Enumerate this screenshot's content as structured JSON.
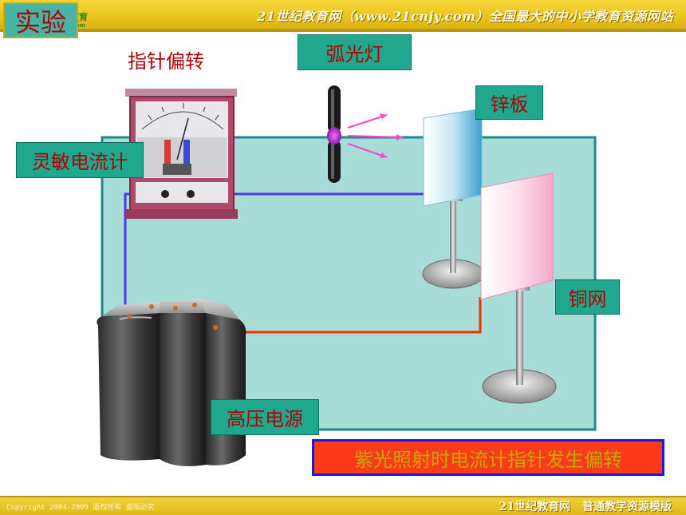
{
  "header": {
    "site_text": "21世纪教育网（www.21cnjy.com）全国最大的中小学教育资源网站",
    "logo_text": "教育",
    "logo_sub": ".com"
  },
  "title_badge": "实验",
  "labels": {
    "needle": "指针偏转",
    "arc_lamp": "弧光灯",
    "zinc_plate": "锌板",
    "galvanometer": "灵敏电流计",
    "copper_mesh": "铜网",
    "power_supply": "高压电源",
    "result": "紫光照射时电流计指针发生偏转"
  },
  "footer": {
    "copyright": "Copyright 2004-2009 版权所有 盗版必究",
    "site": "21世纪教育网",
    "template": "普通教学资源模版"
  },
  "colors": {
    "bar": "#e9c21a",
    "teal_panel": "#a8dcd6",
    "label_bg": "#20a88e",
    "label_text": "#b00000",
    "wire_blue": "#5533ee",
    "wire_red": "#ee3300",
    "result_bg": "#ff3a1a"
  }
}
